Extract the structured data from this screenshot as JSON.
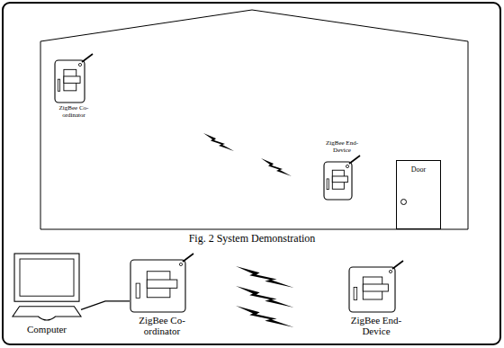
{
  "diagram": {
    "caption": "Fig. 2 System Demonstration",
    "nodes": [
      {
        "text": [
          "ZigBee Co-ordinator"
        ]
      },
      {
        "text": [
          "ZigBee End-Device"
        ]
      },
      {
        "text": [
          "Door"
        ]
      },
      {
        "text": [
          "Computer"
        ]
      },
      {
        "text": [
          "ZigBee Co-ordinator"
        ]
      },
      {
        "text": [
          "ZigBee End-Device"
        ]
      }
    ],
    "edges": [
      {
        "from": 3,
        "to": 4,
        "arrow": "none"
      }
    ]
  }
}
